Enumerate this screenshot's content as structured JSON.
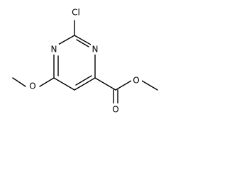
{
  "molecule": {
    "atoms": {
      "chlorine": "Cl",
      "nitrogen_left": "N",
      "nitrogen_right": "N",
      "oxygen_methoxy": "O",
      "oxygen_carbonyl": "O",
      "oxygen_ester": "O"
    },
    "colors": {
      "bond": "#000000",
      "label": "#000000",
      "background": "#ffffff"
    }
  }
}
